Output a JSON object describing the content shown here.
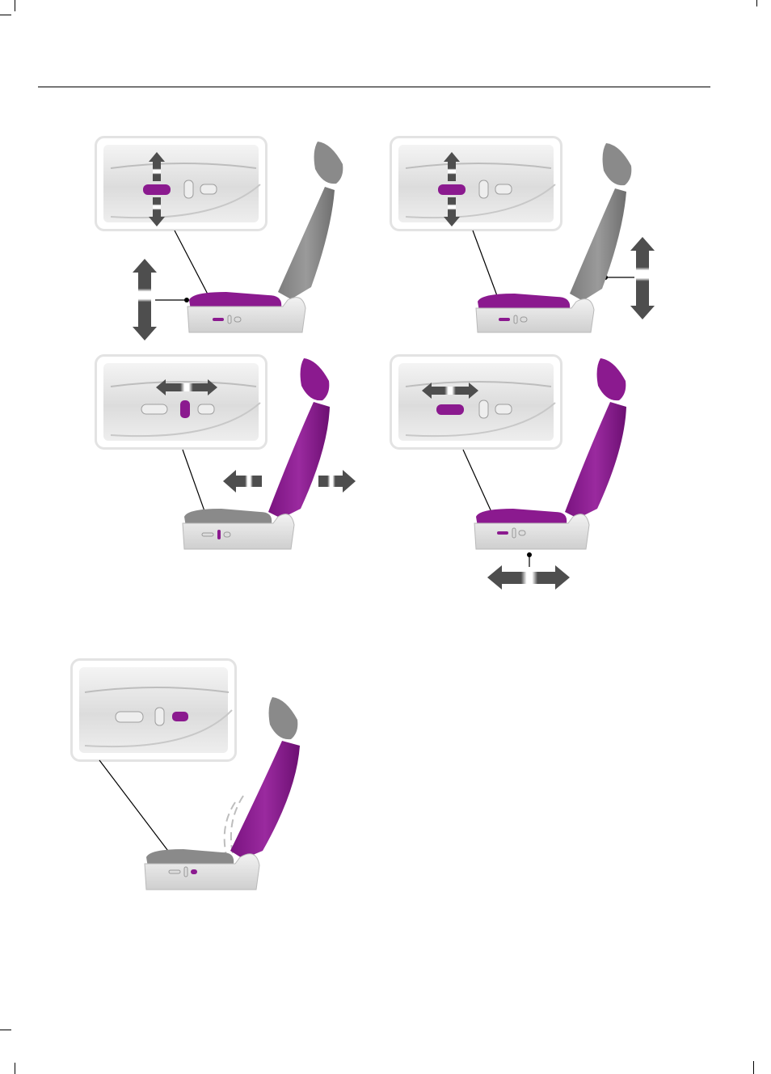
{
  "page": {
    "header_rule": true
  },
  "figures": [
    {
      "id": "seat-cushion-height",
      "highlighted_control": "cushion-switch",
      "highlight_part": "seat-cushion",
      "motion": "up-down"
    },
    {
      "id": "seat-backrest-height",
      "highlighted_control": "cushion-switch",
      "highlight_part": "seat-cushion",
      "motion": "up-down"
    },
    {
      "id": "seat-fore-aft-tilt",
      "highlighted_control": "vertical-switch",
      "highlight_part": "backrest",
      "motion": "forward-back"
    },
    {
      "id": "seat-fore-aft-slide",
      "highlighted_control": "cushion-switch",
      "highlight_part": "whole-seat",
      "motion": "forward-back"
    },
    {
      "id": "seat-recline",
      "highlighted_control": "small-switch",
      "highlight_part": "backrest",
      "motion": "recline"
    }
  ],
  "colors": {
    "highlight": "#8b1a8f",
    "seat_gray": "#8a8a8a",
    "arrow_gray": "#555555",
    "inset_border": "#e3e3e3"
  }
}
